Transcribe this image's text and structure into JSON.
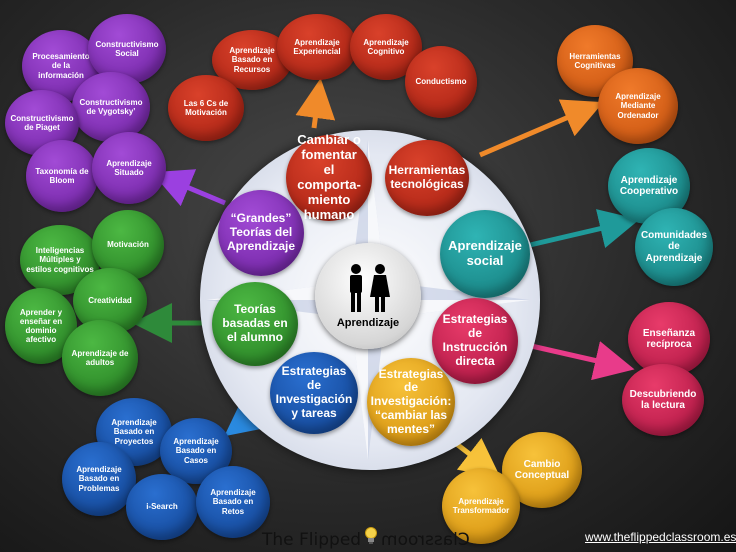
{
  "center": {
    "label": "Aprendizaje"
  },
  "wheel": {
    "cambiar": "Cambiar o fomentar el comporta-miento humano",
    "herramientas": "Herramientas tecnológicas",
    "social": "Aprendizaje social",
    "directa": "Estrategias de Instrucción directa",
    "cambiar_mentes": "Estrategias de Investigación: “cambiar las mentes”",
    "investigacion_tareas": "Estrategias de Investigación y tareas",
    "alumno": "Teorías basadas en el alumno",
    "grandes": "“Grandes” Teorías del Aprendizaje"
  },
  "outer": {
    "red": [
      "Aprendizaje Basado en Recursos",
      "Aprendizaje Experiencial",
      "Aprendizaje Cognitivo",
      "Conductismo",
      "Las 6 Cs de Motivación"
    ],
    "orange": [
      "Herramientas Cognitivas",
      "Aprendizaje Mediante Ordenador"
    ],
    "teal": [
      "Aprendizaje Cooperativo",
      "Comunidades de Aprendizaje"
    ],
    "pink": [
      "Enseñanza recíproca",
      "Descubriendo la lectura"
    ],
    "gold": [
      "Cambio Conceptual",
      "Aprendizaje Transformador"
    ],
    "blue": [
      "Aprendizaje Basado en Proyectos",
      "Aprendizaje Basado en Casos",
      "Aprendizaje Basado en Problemas",
      "i-Search",
      "Aprendizaje Basado en Retos"
    ],
    "green": [
      "Inteligencias Múltiples y estilos cognitivos",
      "Motivación",
      "Creatividad",
      "Aprender y enseñar en dominio afectivo",
      "Aprendizaje de adultos"
    ],
    "purple": [
      "Procesamiento de la información",
      "Constructivismo Social",
      "Constructivismo de Vygotsky’",
      "Constructivismo de Piaget",
      "Taxonomía de Bloom",
      "Aprendizaje Situado"
    ]
  },
  "footer": {
    "brand_left": "The Flipped",
    "brand_right": "Classroom",
    "url": "www.theflippedclassroom.es"
  },
  "colors": {
    "purple": "#8a35c2",
    "red": "#c22d1a",
    "orange": "#e0651a",
    "teal": "#1f9a9a",
    "pink": "#d0265a",
    "green": "#3a9e35",
    "blue": "#1c58b0",
    "gold": "#e8a61b"
  }
}
